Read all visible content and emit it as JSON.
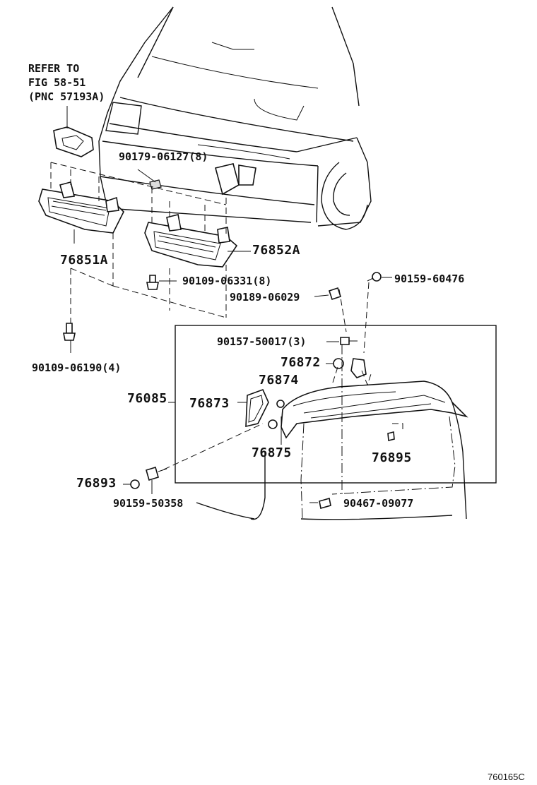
{
  "note": {
    "line1": "REFER TO",
    "line2": "FIG 58-51",
    "line3": "(PNC 57193A)"
  },
  "parts": {
    "p90179": "90179-06127(8)",
    "p76851A": "76851A",
    "p76852A": "76852A",
    "p90109_06331": "90109-06331(8)",
    "p90189": "90189-06029",
    "p90159_60476": "90159-60476",
    "p90109_06190": "90109-06190(4)",
    "p90157": "90157-50017(3)",
    "p76872": "76872",
    "p76874": "76874",
    "p76085": "76085",
    "p76873": "76873",
    "p76875": "76875",
    "p76895": "76895",
    "p76893": "76893",
    "p90159_50358": "90159-50358",
    "p90467": "90467-09077"
  },
  "figure_code": "760165C"
}
